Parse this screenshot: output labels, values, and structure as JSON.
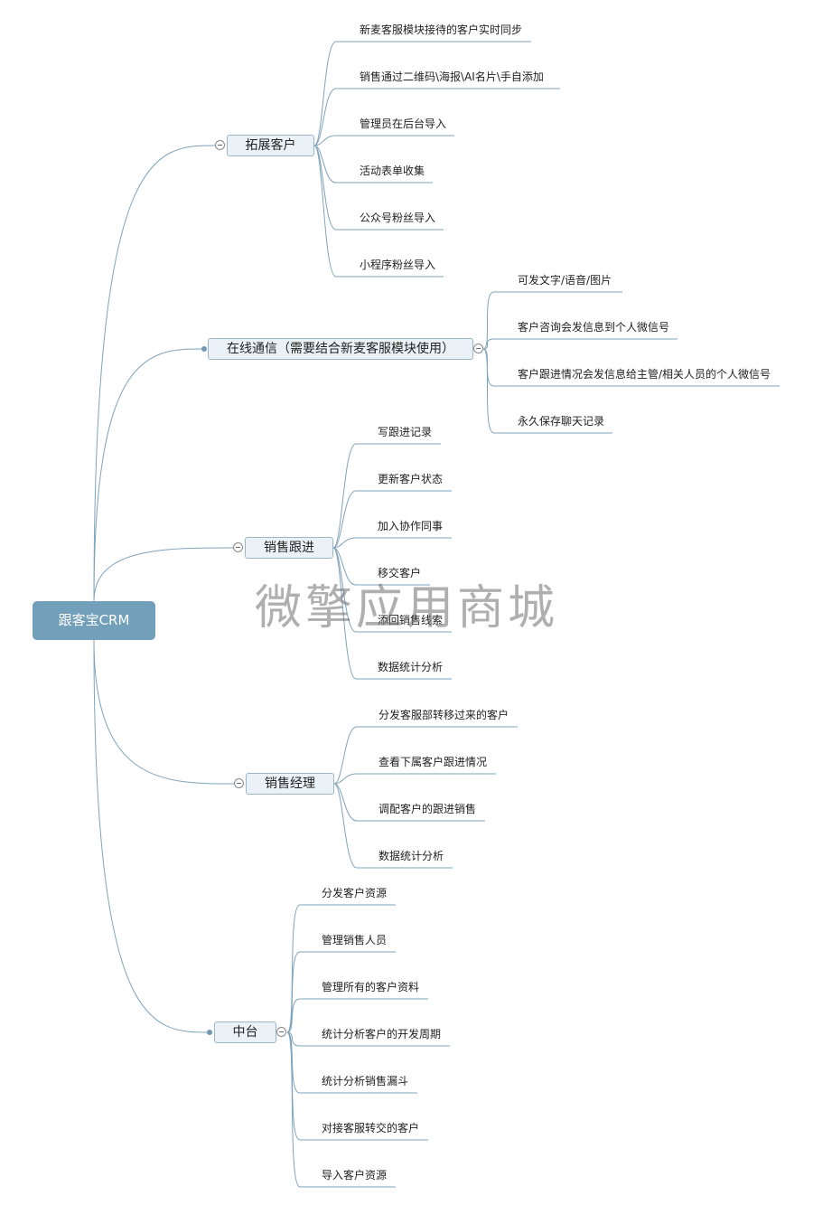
{
  "root": {
    "label": "跟客宝CRM"
  },
  "branches": [
    {
      "label": "拓展客户",
      "leaves": [
        "新麦客服模块接待的客户实时同步",
        "销售通过二维码\\海报\\AI名片\\手自添加",
        "管理员在后台导入",
        "活动表单收集",
        "公众号粉丝导入",
        "小程序粉丝导入"
      ]
    },
    {
      "label": "在线通信（需要结合新麦客服模块使用）",
      "leaves": [
        "可发文字/语音/图片",
        "客户咨询会发信息到个人微信号",
        "客户跟进情况会发信息给主管/相关人员的个人微信号",
        "永久保存聊天记录"
      ]
    },
    {
      "label": "销售跟进",
      "leaves": [
        "写跟进记录",
        "更新客户状态",
        "加入协作同事",
        "移交客户",
        "添回销售线索",
        "数据统计分析"
      ]
    },
    {
      "label": "销售经理",
      "leaves": [
        "分发客服部转移过来的客户",
        "查看下属客户跟进情况",
        "调配客户的跟进销售",
        "数据统计分析"
      ]
    },
    {
      "label": "中台",
      "leaves": [
        "分发客户资源",
        "管理销售人员",
        "管理所有的客户资料",
        "统计分析客户的开发周期",
        "统计分析销售漏斗",
        "对接客服转交的客户",
        "导入客户资源"
      ]
    }
  ],
  "watermark": "微擎应用商城",
  "colors": {
    "root": "#729fba",
    "line": "#7fa3bb",
    "branch_bg": "#eaf2f7"
  }
}
